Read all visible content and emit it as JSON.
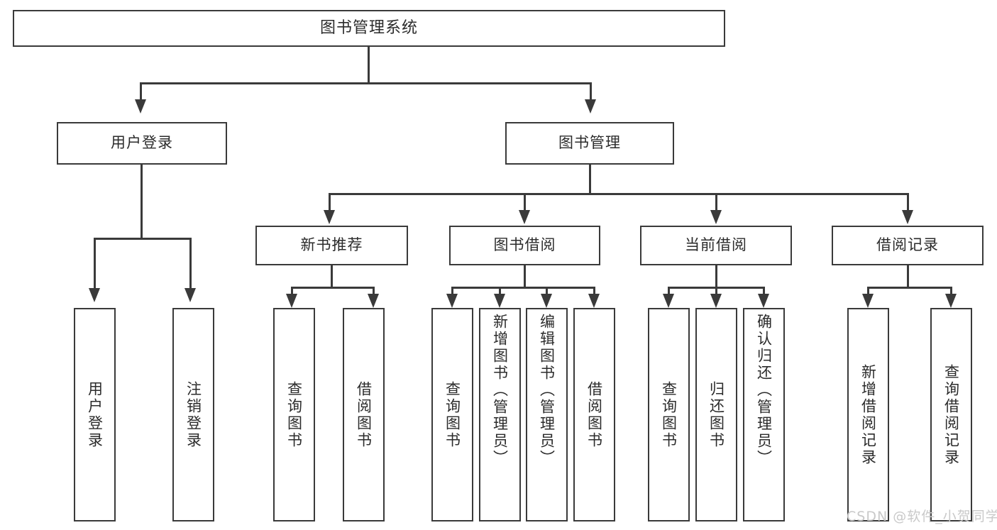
{
  "diagram": {
    "title": "图书管理系统",
    "type": "functional-structure-tree",
    "levels": 4
  },
  "root": {
    "label": "图书管理系统"
  },
  "level2": [
    {
      "id": "user-login",
      "label": "用户登录"
    },
    {
      "id": "book-management",
      "label": "图书管理"
    }
  ],
  "level3": [
    {
      "id": "new-book-recommend",
      "label": "新书推荐",
      "parent": "book-management"
    },
    {
      "id": "book-borrow",
      "label": "图书借阅",
      "parent": "book-management"
    },
    {
      "id": "current-borrow",
      "label": "当前借阅",
      "parent": "book-management"
    },
    {
      "id": "borrow-record",
      "label": "借阅记录",
      "parent": "book-management"
    }
  ],
  "leaves": {
    "user_login": [
      {
        "id": "leaf-user-login",
        "label": "用户登录"
      },
      {
        "id": "leaf-user-logout",
        "label": "注销登录"
      }
    ],
    "new_book_recommend": [
      {
        "id": "leaf-query-book-1",
        "label": "查询图书"
      },
      {
        "id": "leaf-borrow-book-1",
        "label": "借阅图书"
      }
    ],
    "book_borrow": [
      {
        "id": "leaf-query-book-2",
        "label": "查询图书"
      },
      {
        "id": "leaf-add-book",
        "label": "新增图书（管理员）"
      },
      {
        "id": "leaf-edit-book",
        "label": "编辑图书（管理员）"
      },
      {
        "id": "leaf-borrow-book-2",
        "label": "借阅图书"
      }
    ],
    "current_borrow": [
      {
        "id": "leaf-query-book-3",
        "label": "查询图书"
      },
      {
        "id": "leaf-return-book",
        "label": "归还图书"
      },
      {
        "id": "leaf-confirm-return",
        "label": "确认归还（管理员）"
      }
    ],
    "borrow_record": [
      {
        "id": "leaf-add-record",
        "label": "新增借阅记录"
      },
      {
        "id": "leaf-query-record",
        "label": "查询借阅记录"
      }
    ]
  },
  "watermark": {
    "text": "CSDN @软件_小贺同学"
  },
  "colors": {
    "stroke": "#3a3a3a",
    "text": "#2b2b2b",
    "background": "#ffffff",
    "watermark": "#c9c9c9"
  }
}
